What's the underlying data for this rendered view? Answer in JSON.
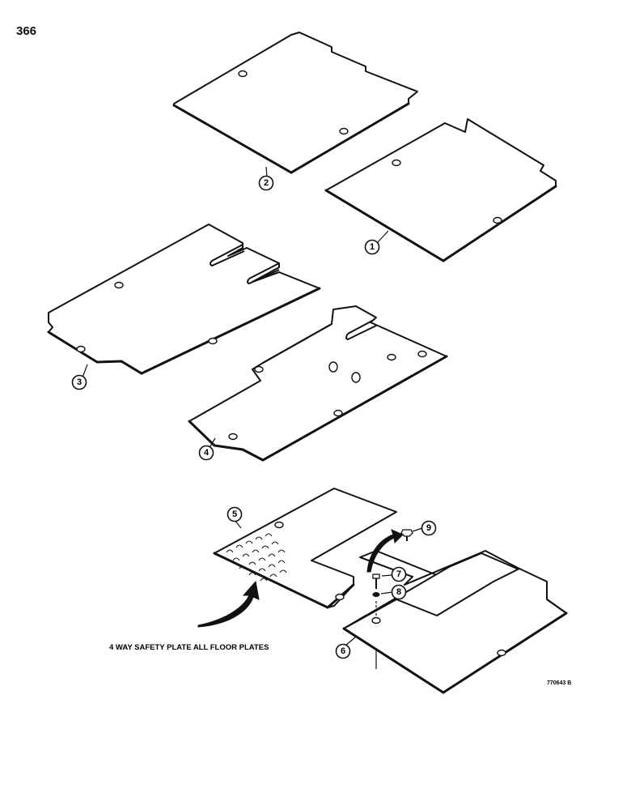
{
  "page": {
    "number": "366"
  },
  "callouts": [
    {
      "id": "1",
      "label": "1"
    },
    {
      "id": "2",
      "label": "2"
    },
    {
      "id": "3",
      "label": "3"
    },
    {
      "id": "4",
      "label": "4"
    },
    {
      "id": "5",
      "label": "5"
    },
    {
      "id": "6",
      "label": "6"
    },
    {
      "id": "7",
      "label": "7"
    },
    {
      "id": "8",
      "label": "8"
    },
    {
      "id": "9",
      "label": "9"
    }
  ],
  "note": {
    "text": "4 WAY SAFETY PLATE ALL FLOOR PLATES"
  },
  "figure_ref": {
    "text": "770643 B"
  }
}
